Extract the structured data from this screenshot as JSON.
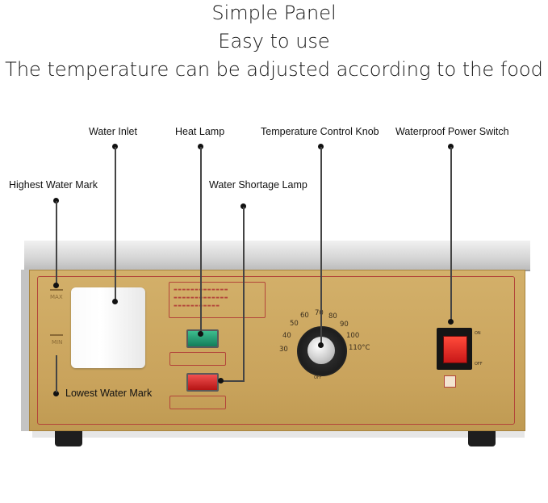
{
  "headings": {
    "line1": "Simple Panel",
    "line2": "Easy to use",
    "line3": "The temperature can be adjusted according to the food"
  },
  "callouts": {
    "water_inlet": "Water Inlet",
    "heat_lamp": "Heat Lamp",
    "temperature_knob": "Temperature Control Knob",
    "power_switch": "Waterproof Power Switch",
    "highest_mark": "Highest Water Mark",
    "shortage_lamp": "Water Shortage Lamp",
    "lowest_mark": "Lowest Water Mark"
  },
  "panel": {
    "max_label": "MAX",
    "min_label": "MIN",
    "dial_scale": [
      "30",
      "40",
      "50",
      "60",
      "70",
      "80",
      "90",
      "100",
      "110°C"
    ],
    "dial_off": "OFF",
    "switch_on": "ON",
    "switch_off": "OFF",
    "heat_lamp_color": "#1fa070",
    "shortage_lamp_color": "#e02a2a",
    "body_color": "#c9a35c",
    "frame_color": "#b3453a"
  }
}
